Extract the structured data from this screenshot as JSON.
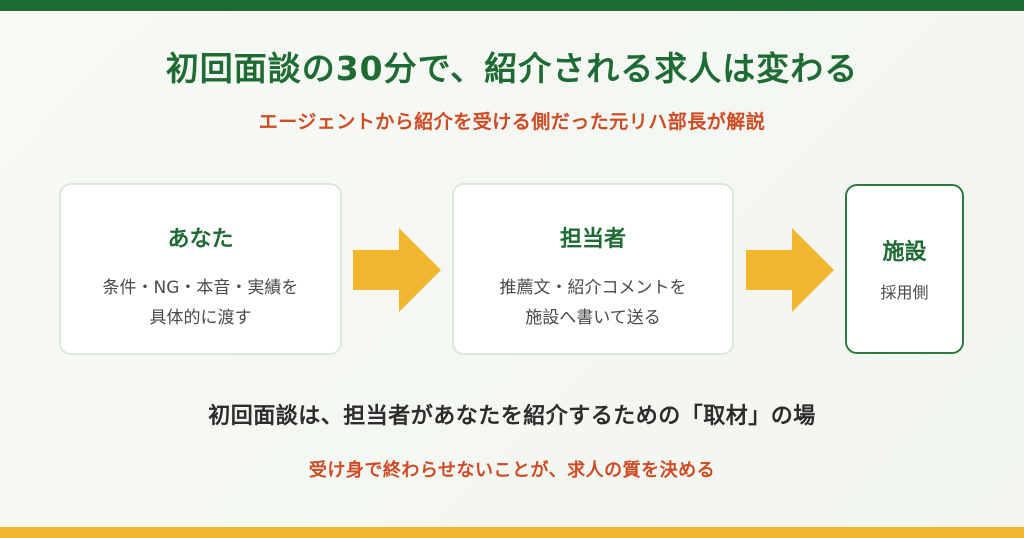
{
  "header": {
    "title": "初回面談の30分で、紹介される求人は変わる",
    "subtitle": "エージェントから紹介を受ける側だった元リハ部長が解説"
  },
  "flow": {
    "steps": [
      {
        "title": "あなた",
        "lines": [
          "条件・NG・本音・実績を",
          "具体的に渡す"
        ]
      },
      {
        "title": "担当者",
        "lines": [
          "推薦文・紹介コメントを",
          "施設へ書いて送る"
        ]
      },
      {
        "title": "施設",
        "lines": [
          "採用側"
        ]
      }
    ]
  },
  "footer": {
    "message": "初回面談は、担当者があなたを紹介するための「取材」の場",
    "note": "受け身で終わらせないことが、求人の質を決める"
  },
  "colors": {
    "primary_green": "#1f6b34",
    "accent_orange": "#cf4b24",
    "arrow_yellow": "#f2b62e"
  }
}
